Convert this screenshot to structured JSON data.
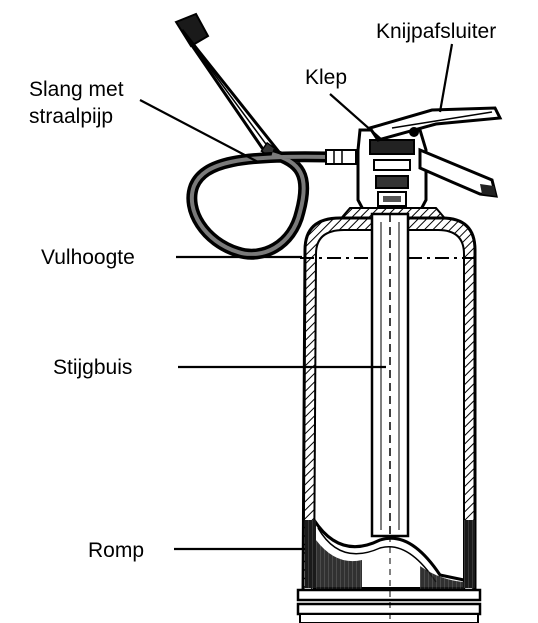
{
  "diagram": {
    "labels": {
      "hose_line1": "Slang met",
      "hose_line2": "straalpijp",
      "valve": "Klep",
      "squeeze_handle": "Knijpafsluiter",
      "fill_level": "Vulhoogte",
      "riser_tube": "Stijgbuis",
      "body": "Romp"
    },
    "colors": {
      "ink": "#000000",
      "paper": "#ffffff",
      "shade": "#8a8a8a"
    }
  }
}
